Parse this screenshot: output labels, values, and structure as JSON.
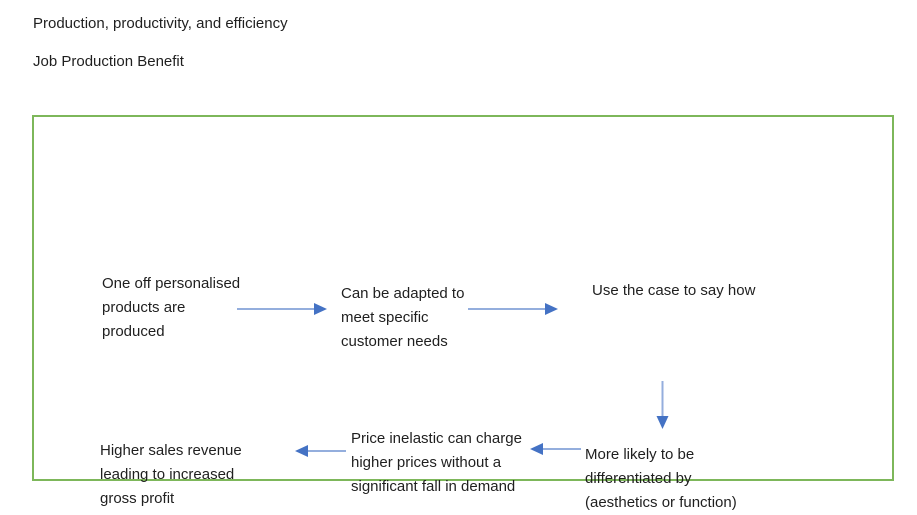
{
  "document": {
    "heading": "Production, productivity, and efficiency",
    "subheading": "Job Production Benefit"
  },
  "diagram": {
    "colors": {
      "border_green": "#7db75a",
      "arrow_head": "#4472c4",
      "arrow_shaft": "#94aedd",
      "text": "#1f1f1f"
    },
    "nodes": {
      "one_off": {
        "lines": [
          "One off personalised",
          "products are",
          "produced"
        ]
      },
      "adapted": {
        "lines": [
          "Can be adapted to",
          "meet specific",
          "customer needs"
        ]
      },
      "use_case": {
        "lines": [
          "Use the case to say how"
        ]
      },
      "differentiated": {
        "lines": [
          "More likely to be",
          "differentiated by",
          "(aesthetics or function)"
        ]
      },
      "price_inelastic": {
        "lines": [
          "Price inelastic can charge",
          "higher prices without a",
          "significant fall in demand"
        ]
      },
      "higher_sales": {
        "lines": [
          "Higher sales revenue",
          "leading to increased",
          "gross profit"
        ]
      }
    },
    "arrows": [
      {
        "name": "arrow-1",
        "direction": "right",
        "from": "one_off",
        "to": "adapted"
      },
      {
        "name": "arrow-2",
        "direction": "right",
        "from": "adapted",
        "to": "use_case"
      },
      {
        "name": "arrow-3",
        "direction": "down",
        "from": "use_case",
        "to": "differentiated"
      },
      {
        "name": "arrow-4",
        "direction": "left",
        "from": "differentiated",
        "to": "price_inelastic"
      },
      {
        "name": "arrow-5",
        "direction": "left",
        "from": "price_inelastic",
        "to": "higher_sales"
      }
    ]
  }
}
